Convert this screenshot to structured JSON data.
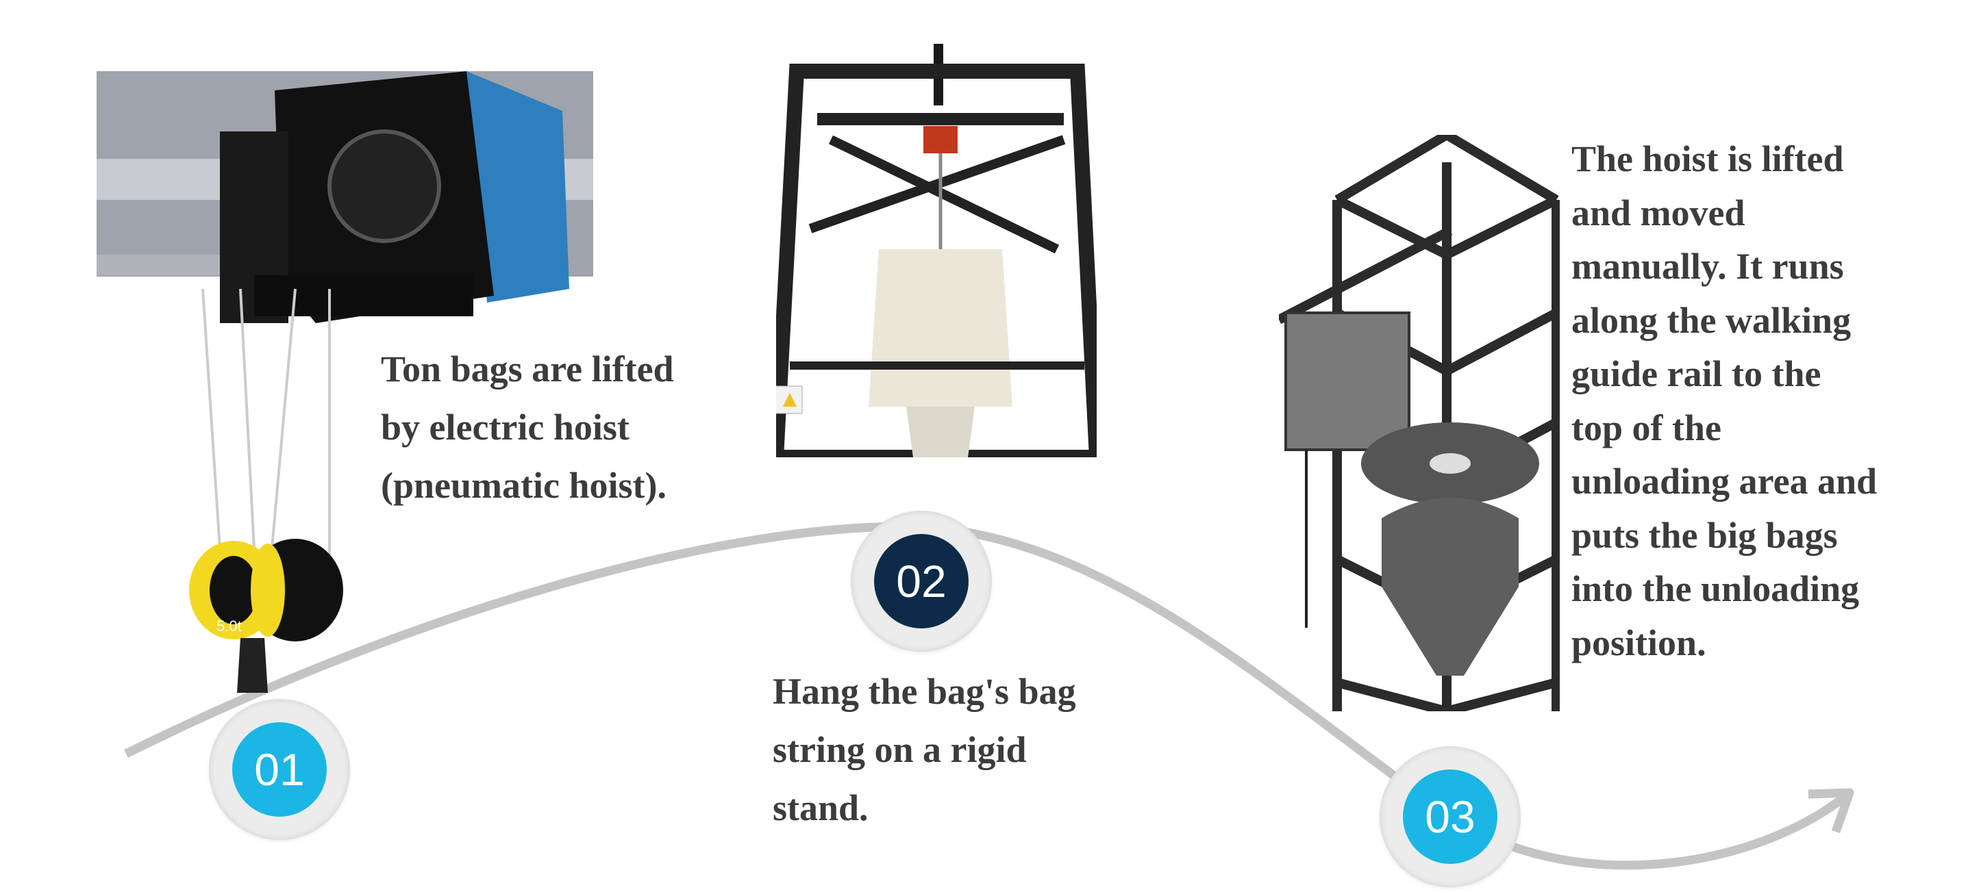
{
  "steps": [
    {
      "number": "01",
      "text_lines": [
        "Ton bags are lifted",
        "by electric hoist",
        "(pneumatic hoist)."
      ],
      "circle_color": "#1bb6e4",
      "image_label": "5.0t"
    },
    {
      "number": "02",
      "text_lines": [
        "Hang the bag's bag",
        "string on a rigid",
        "stand."
      ],
      "circle_color": "#0d2b48"
    },
    {
      "number": "03",
      "text_lines": [
        "The hoist is lifted",
        "and moved",
        "manually. It runs",
        "along the walking",
        "guide rail to the",
        "top of the",
        "unloading area and",
        "puts the big bags",
        "into the unloading",
        "position."
      ],
      "circle_color": "#1bb6e4"
    }
  ],
  "colors": {
    "path": "#c4c4c4",
    "text": "#3c3c3c"
  }
}
